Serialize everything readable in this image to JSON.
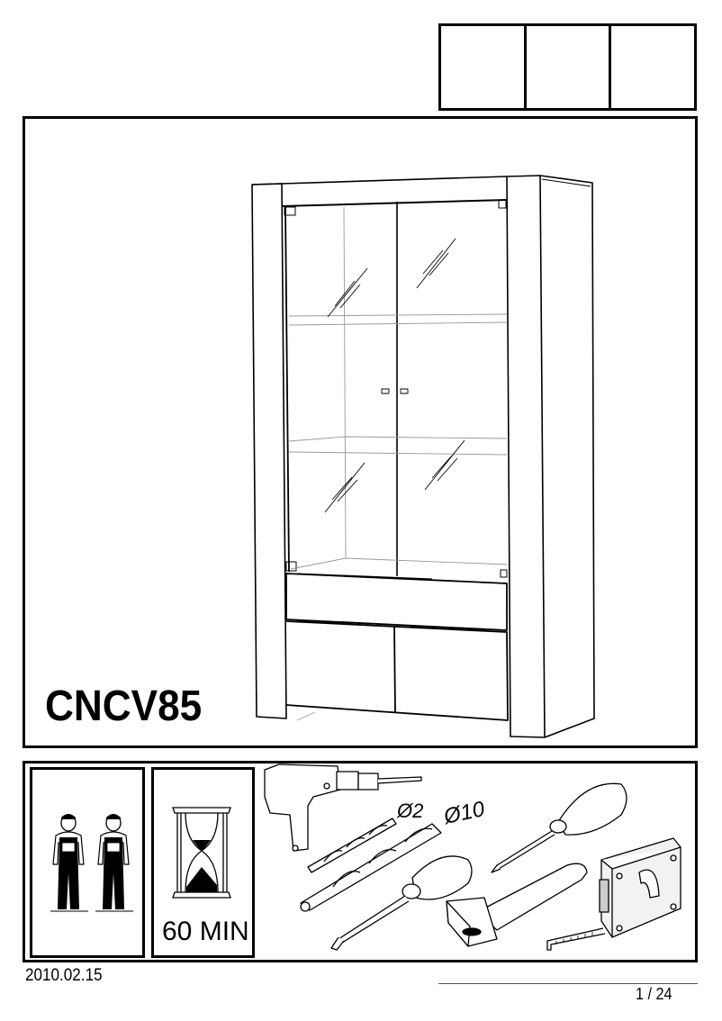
{
  "header": {
    "signature_boxes": [
      {
        "label": ""
      },
      {
        "label": ""
      },
      {
        "label": ""
      }
    ]
  },
  "main": {
    "model_code": "CNCV85",
    "illustration": "glass-door-display-cabinet"
  },
  "requirements": {
    "persons": {
      "count": 2,
      "icon": "two-workers-icon"
    },
    "time": {
      "icon": "hourglass-icon",
      "label": "60 MIN"
    },
    "tools": [
      {
        "name": "power-drill",
        "icon": "drill-icon"
      },
      {
        "name": "drill-bit-2",
        "icon": "drill-bit-icon",
        "label": "Ø2"
      },
      {
        "name": "drill-bit-10",
        "icon": "drill-bit-icon",
        "label": "Ø10"
      },
      {
        "name": "phillips-screwdriver",
        "icon": "phillips-screwdriver-icon"
      },
      {
        "name": "flat-screwdriver",
        "icon": "flat-screwdriver-icon"
      },
      {
        "name": "hammer",
        "icon": "hammer-icon"
      },
      {
        "name": "tape-measure",
        "icon": "tape-measure-icon"
      }
    ]
  },
  "footer": {
    "date": "2010.02.15",
    "page": "1 / 24"
  }
}
